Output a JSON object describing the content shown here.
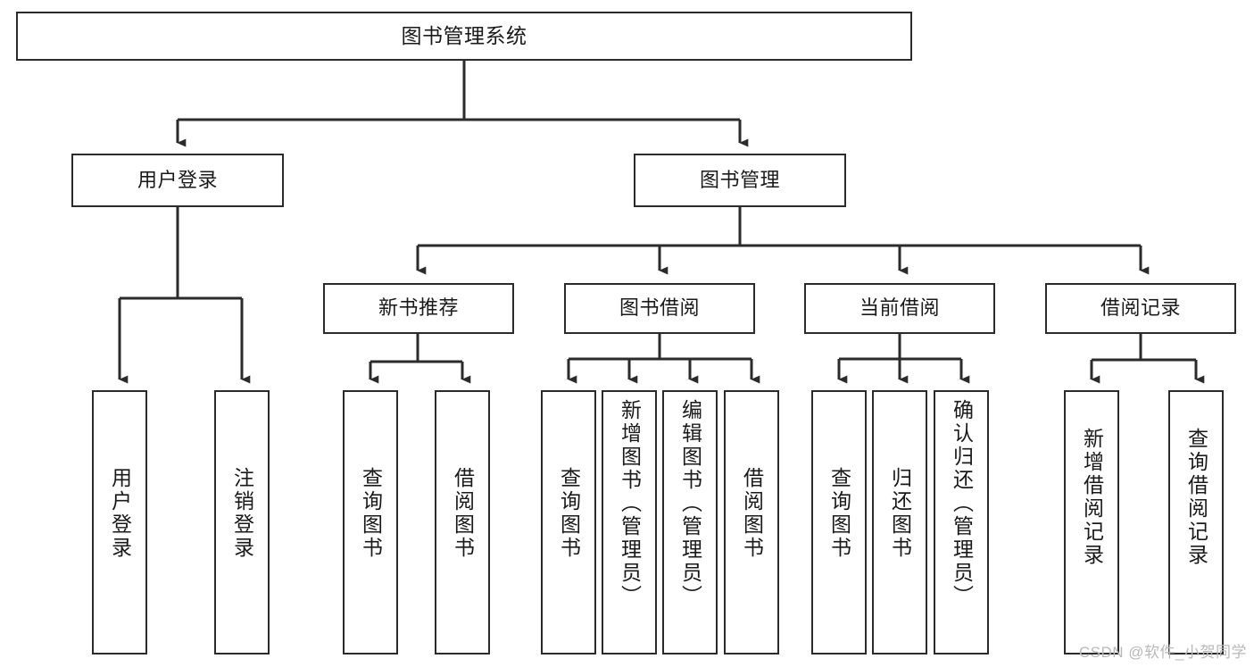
{
  "diagram": {
    "title": "图书管理系统",
    "type": "tree-hierarchy-diagram",
    "watermark": "CSDN @软件_小贺同学",
    "colors": {
      "box_border": "#2b2b2b",
      "box_fill": "#ffffff",
      "edge": "#2b2b2b",
      "text": "#1a1a1a",
      "watermark": "#b9b9b9",
      "background": "#ffffff"
    },
    "root": {
      "id": "root",
      "label": "图书管理系统"
    },
    "level2": [
      {
        "id": "user-login",
        "label": "用户登录"
      },
      {
        "id": "book-management",
        "label": "图书管理"
      }
    ],
    "level3": [
      {
        "id": "new-book-recommend",
        "label": "新书推荐",
        "parent": "book-management"
      },
      {
        "id": "book-borrow",
        "label": "图书借阅",
        "parent": "book-management"
      },
      {
        "id": "current-borrow",
        "label": "当前借阅",
        "parent": "book-management"
      },
      {
        "id": "borrow-record",
        "label": "借阅记录",
        "parent": "book-management"
      }
    ],
    "leaves": [
      {
        "id": "leaf-user-login",
        "label": "用户登录",
        "parent": "user-login"
      },
      {
        "id": "leaf-user-logout",
        "label": "注销登录",
        "parent": "user-login"
      },
      {
        "id": "leaf-query-book-1",
        "label": "查询图书",
        "parent": "new-book-recommend"
      },
      {
        "id": "leaf-borrow-book-1",
        "label": "借阅图书",
        "parent": "new-book-recommend"
      },
      {
        "id": "leaf-query-book-2",
        "label": "查询图书",
        "parent": "book-borrow"
      },
      {
        "id": "leaf-add-book",
        "label": "新增图书（管理员）",
        "parent": "book-borrow"
      },
      {
        "id": "leaf-edit-book",
        "label": "编辑图书（管理员）",
        "parent": "book-borrow"
      },
      {
        "id": "leaf-borrow-book-2",
        "label": "借阅图书",
        "parent": "book-borrow"
      },
      {
        "id": "leaf-query-book-3",
        "label": "查询图书",
        "parent": "current-borrow"
      },
      {
        "id": "leaf-return-book",
        "label": "归还图书",
        "parent": "current-borrow"
      },
      {
        "id": "leaf-confirm-return",
        "label": "确认归还（管理员）",
        "parent": "current-borrow"
      },
      {
        "id": "leaf-add-record",
        "label": "新增借阅记录",
        "parent": "borrow-record"
      },
      {
        "id": "leaf-query-record",
        "label": "查询借阅记录",
        "parent": "borrow-record"
      }
    ]
  }
}
